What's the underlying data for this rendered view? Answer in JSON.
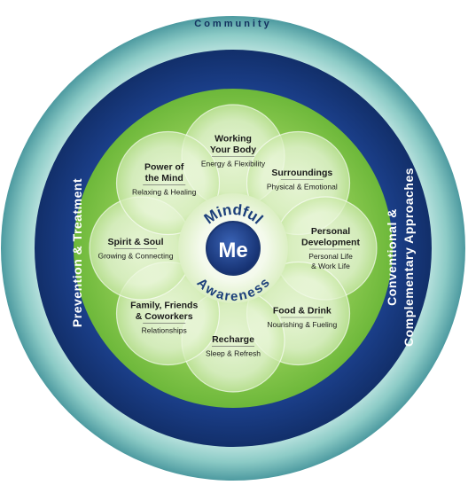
{
  "outer_ring": {
    "top_label": "Community",
    "left_label": "Prevention & Treatment",
    "right_label_line1": "Conventional &",
    "right_label_line2": "Complementary Approaches"
  },
  "center": {
    "label": "Me",
    "arc_top": "Mindful",
    "arc_bottom": "Awareness"
  },
  "petals": [
    {
      "title_lines": [
        "Working",
        "Your Body"
      ],
      "subtitle_lines": [
        "Energy & Flexibility"
      ]
    },
    {
      "title_lines": [
        "Surroundings"
      ],
      "subtitle_lines": [
        "Physical & Emotional"
      ]
    },
    {
      "title_lines": [
        "Personal",
        "Development"
      ],
      "subtitle_lines": [
        "Personal Life",
        "& Work Life"
      ]
    },
    {
      "title_lines": [
        "Food & Drink"
      ],
      "subtitle_lines": [
        "Nourishing & Fueling"
      ]
    },
    {
      "title_lines": [
        "Recharge"
      ],
      "subtitle_lines": [
        "Sleep & Refresh"
      ]
    },
    {
      "title_lines": [
        "Family, Friends",
        "& Coworkers"
      ],
      "subtitle_lines": [
        "Relationships"
      ]
    },
    {
      "title_lines": [
        "Spirit & Soul"
      ],
      "subtitle_lines": [
        "Growing & Connecting"
      ]
    },
    {
      "title_lines": [
        "Power of",
        "the Mind"
      ],
      "subtitle_lines": [
        "Relaxing & Healing"
      ]
    }
  ],
  "colors": {
    "outer_teal": "#6fb8b8",
    "outer_teal_light": "#c9ece8",
    "blue_ring": "#1b3f8a",
    "blue_ring_dark": "#12306b",
    "green": "#7cc243",
    "petal_light": "#eaf6dd",
    "center_blue": "#1f3f86"
  }
}
